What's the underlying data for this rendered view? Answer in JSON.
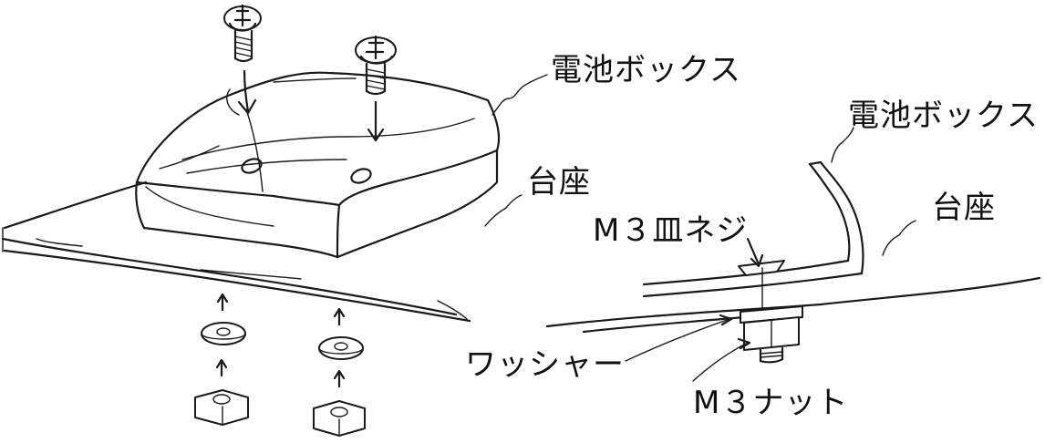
{
  "labels": {
    "battery_box_left": "電池ボックス",
    "battery_box_right": "電池ボックス",
    "base_left": "台座",
    "base_right": "台座",
    "m3_flat_screw": "M３皿ネジ",
    "washer": "ワッシャー",
    "m3_nut": "M３ナット"
  },
  "colors": {
    "ink": "#1a1a1a",
    "background": "#ffffff"
  }
}
